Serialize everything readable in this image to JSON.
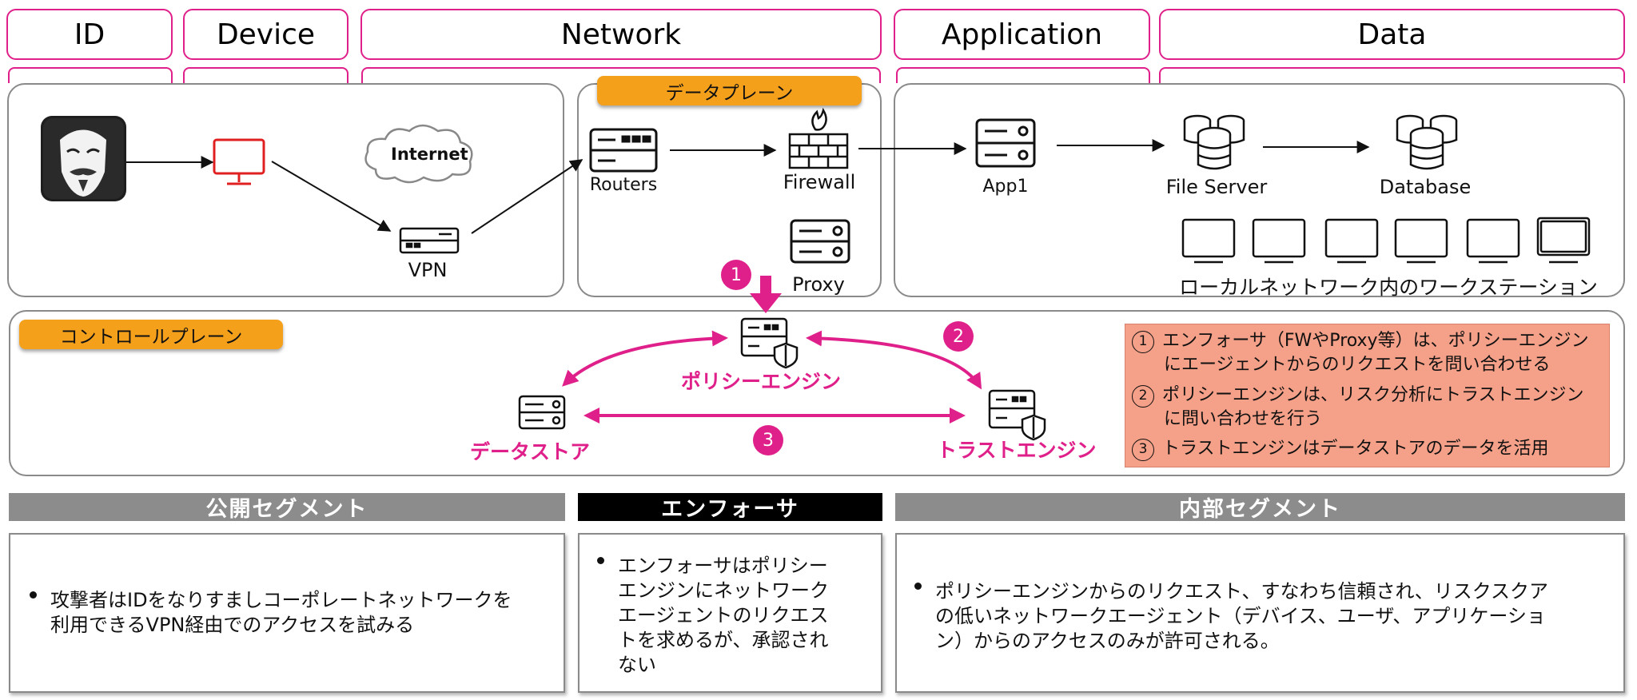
{
  "columns": [
    "ID",
    "Device",
    "Network",
    "Application",
    "Data"
  ],
  "data_plane_label": "データプレーン",
  "control_plane_label": "コントロールプレーン",
  "nodes": {
    "internet": "Internet",
    "vpn": "VPN",
    "routers": "Routers",
    "firewall": "Firewall",
    "proxy": "Proxy",
    "app1": "App1",
    "file_server": "File Server",
    "database": "Database",
    "workstations": "ローカルネットワーク内のワークステーション",
    "policy_engine": "ポリシーエンジン",
    "data_store": "データストア",
    "trust_engine": "トラストエンジン"
  },
  "step_numbers": [
    "1",
    "2",
    "3"
  ],
  "notes": [
    {
      "num": "1",
      "line1": "エンフォーサ（FWやProxy等）は、ポリシーエンジン",
      "line2": "にエージェントからのリクエストを問い合わせる"
    },
    {
      "num": "2",
      "line1": "ポリシーエンジンは、リスク分析にトラストエンジン",
      "line2": "に問い合わせを行う"
    },
    {
      "num": "3",
      "line1": "トラストエンジンはデータストアのデータを活用",
      "line2": ""
    }
  ],
  "segments": {
    "public": {
      "title": "公開セグメント",
      "lines": [
        "攻撃者はIDをなりすましコーポレートネットワークを",
        "利用できるVPN経由でのアクセスを試みる"
      ]
    },
    "enforcer": {
      "title": "エンフォーサ",
      "lines": [
        "エンフォーサはポリシー",
        "エンジンにネットワーク",
        "エージェントのリクエス",
        "トを求めるが、承認され",
        "ない"
      ]
    },
    "internal": {
      "title": "内部セグメント",
      "lines": [
        "ポリシーエンジンからのリクエスト、すなわち信頼され、リスクスクア",
        "の低いネットワークエージェント（デバイス、ユーザ、アプリケーショ",
        "ン）からのアクセスのみが許可される。"
      ]
    }
  },
  "colors": {
    "accent_pink": "#e0208a",
    "plane_orange": "#f4a01b",
    "note_bg": "#f5a088",
    "seg_gray": "#8c8c8c",
    "seg_black": "#000000",
    "alert_red": "#e02020"
  },
  "icons": [
    "anonymous-mask-icon",
    "monitor-icon",
    "cloud-icon",
    "vpn-device-icon",
    "router-icon",
    "firewall-icon",
    "proxy-server-icon",
    "app-server-icon",
    "database-icon",
    "workstation-icon",
    "policy-engine-icon",
    "data-store-icon",
    "trust-engine-icon"
  ]
}
